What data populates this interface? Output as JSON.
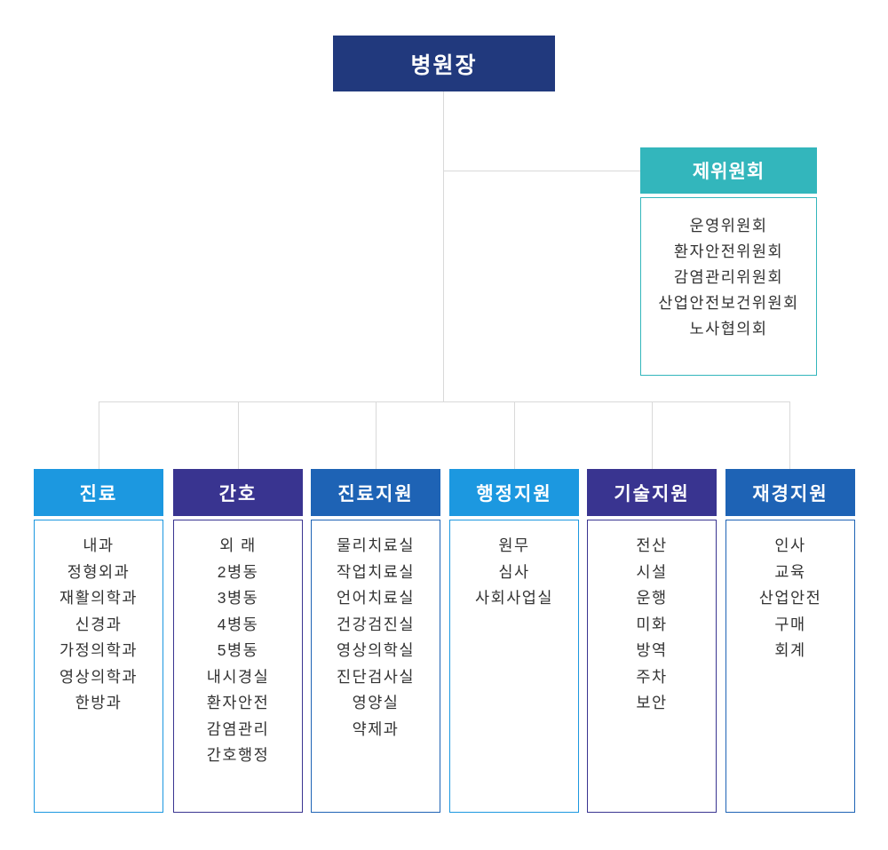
{
  "colors": {
    "navy": "#21397d",
    "teal": "#33b6bc",
    "light_blue": "#1c98e0",
    "purple": "#393490",
    "mid_blue": "#1e63b5",
    "line": "#d9d9d9",
    "text": "#333333"
  },
  "root": {
    "label": "병원장"
  },
  "committee": {
    "title": "제위원회",
    "items": [
      "운영위원회",
      "환자안전위원회",
      "감염관리위원회",
      "산업안전보건위원회",
      "노사협의회"
    ]
  },
  "departments": [
    {
      "title": "진료",
      "color_key": "light_blue",
      "items": [
        "내과",
        "정형외과",
        "재활의학과",
        "신경과",
        "가정의학과",
        "영상의학과",
        "한방과"
      ]
    },
    {
      "title": "간호",
      "color_key": "purple",
      "items": [
        "외 래",
        "2병동",
        "3병동",
        "4병동",
        "5병동",
        "내시경실",
        "환자안전",
        "감염관리",
        "간호행정"
      ]
    },
    {
      "title": "진료지원",
      "color_key": "mid_blue",
      "items": [
        "물리치료실",
        "작업치료실",
        "언어치료실",
        "건강검진실",
        "영상의학실",
        "진단검사실",
        "영양실",
        "약제과"
      ]
    },
    {
      "title": "행정지원",
      "color_key": "light_blue",
      "items": [
        "원무",
        "심사",
        "사회사업실"
      ]
    },
    {
      "title": "기술지원",
      "color_key": "purple",
      "items": [
        "전산",
        "시설",
        "운행",
        "미화",
        "방역",
        "주차",
        "보안"
      ]
    },
    {
      "title": "재경지원",
      "color_key": "mid_blue",
      "items": [
        "인사",
        "교육",
        "산업안전",
        "구매",
        "회계"
      ]
    }
  ]
}
